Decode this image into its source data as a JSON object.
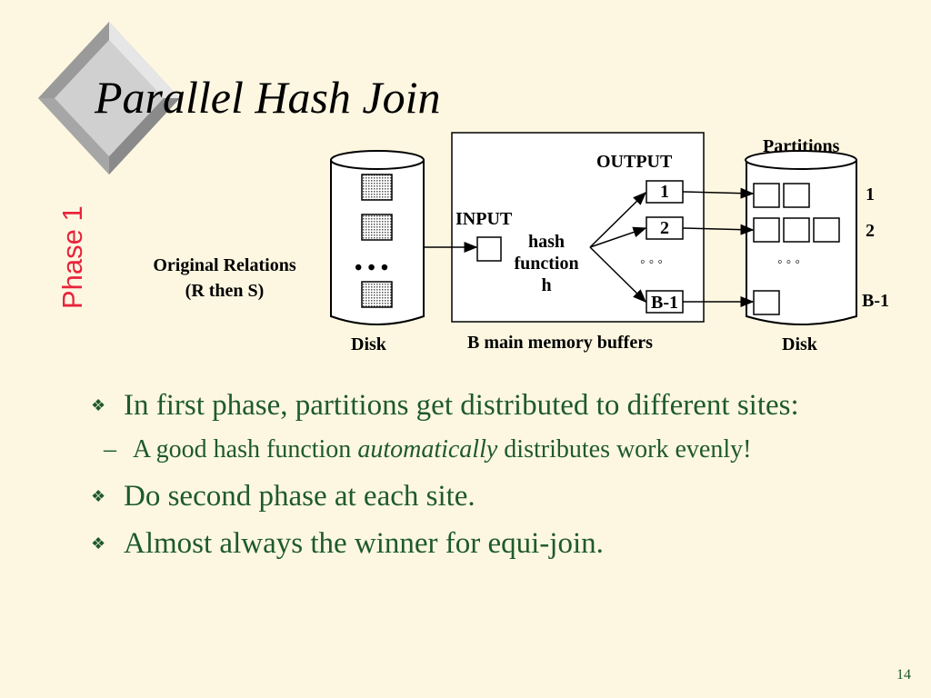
{
  "slide": {
    "title": "Parallel Hash Join",
    "side_label": "Phase 1",
    "page_number": "14"
  },
  "diagram": {
    "original_relations_line1": "Original Relations",
    "original_relations_line2": "(R then S)",
    "left_disk_label": "Disk",
    "right_disk_label": "Disk",
    "memory_label": "B main memory buffers",
    "input_label": "INPUT",
    "output_label": "OUTPUT",
    "partitions_label": "Partitions",
    "hash_line1": "hash",
    "hash_line2": "function",
    "hash_line3": "h",
    "dots": "• • •",
    "small_dots": "◦ ◦ ◦",
    "buffer_labels": [
      "1",
      "2",
      "B-1"
    ],
    "partition_labels": [
      "1",
      "2",
      "B-1"
    ]
  },
  "bullets": {
    "b1": "In first phase, partitions get distributed to different sites:",
    "sub1_pre": "A good hash function ",
    "sub1_em": "automatically",
    "sub1_post": " distributes work evenly!",
    "b2": "Do second phase at each site.",
    "b3": "Almost always the winner for equi-join.",
    "marker": "❖",
    "dash": "–"
  }
}
